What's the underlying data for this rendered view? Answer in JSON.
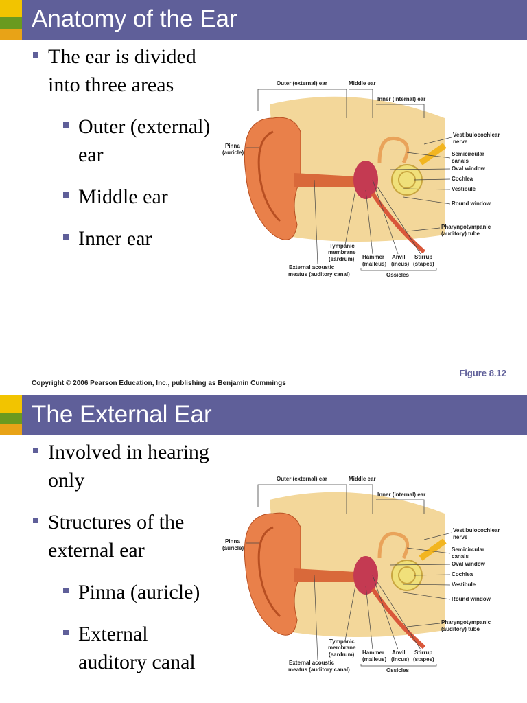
{
  "slide1": {
    "title": "Anatomy of the Ear",
    "bullets": [
      {
        "text": "The ear is divided into three areas",
        "level": 1
      },
      {
        "text": "Outer (external) ear",
        "level": 2
      },
      {
        "text": "Middle ear",
        "level": 2
      },
      {
        "text": "Inner ear",
        "level": 2
      }
    ],
    "figure_ref": "Figure 8.12",
    "copyright": "Copyright © 2006 Pearson Education, Inc., publishing as Benjamin Cummings"
  },
  "slide2": {
    "title": "The External Ear",
    "bullets": [
      {
        "text": "Involved in hearing only",
        "level": 1
      },
      {
        "text": "Structures of the external ear",
        "level": 1
      },
      {
        "text": "Pinna (auricle)",
        "level": 2
      },
      {
        "text": "External auditory canal",
        "level": 2
      }
    ]
  },
  "figure_labels": {
    "outer": "Outer (external) ear",
    "middle": "Middle ear",
    "inner": "Inner (internal) ear",
    "vestib_nerve_1": "Vestibulocochlear",
    "vestib_nerve_2": "nerve",
    "semicirc_1": "Semicircular",
    "semicirc_2": "canals",
    "oval": "Oval window",
    "cochlea": "Cochlea",
    "vestibule": "Vestibule",
    "round": "Round window",
    "pharyng_1": "Pharyngotympanic",
    "pharyng_2": "(auditory) tube",
    "pinna_1": "Pinna",
    "pinna_2": "(auricle)",
    "tympanic_1": "Tympanic",
    "tympanic_2": "membrane",
    "tympanic_3": "(eardrum)",
    "hammer_1": "Hammer",
    "hammer_2": "(malleus)",
    "anvil_1": "Anvil",
    "anvil_2": "(incus)",
    "stirrup_1": "Stirrup",
    "stirrup_2": "(stapes)",
    "ext_1": "External acoustic",
    "ext_2": "meatus (auditory canal)",
    "ossicles": "Ossicles"
  },
  "colors": {
    "title_bar": "#5f5f99",
    "accent_yellow": "#f2c400",
    "accent_green": "#6a9a1f",
    "accent_orange": "#e8a317",
    "bullet": "#5f5f99",
    "skin": "#e9804a",
    "bone": "#f3d79a"
  }
}
